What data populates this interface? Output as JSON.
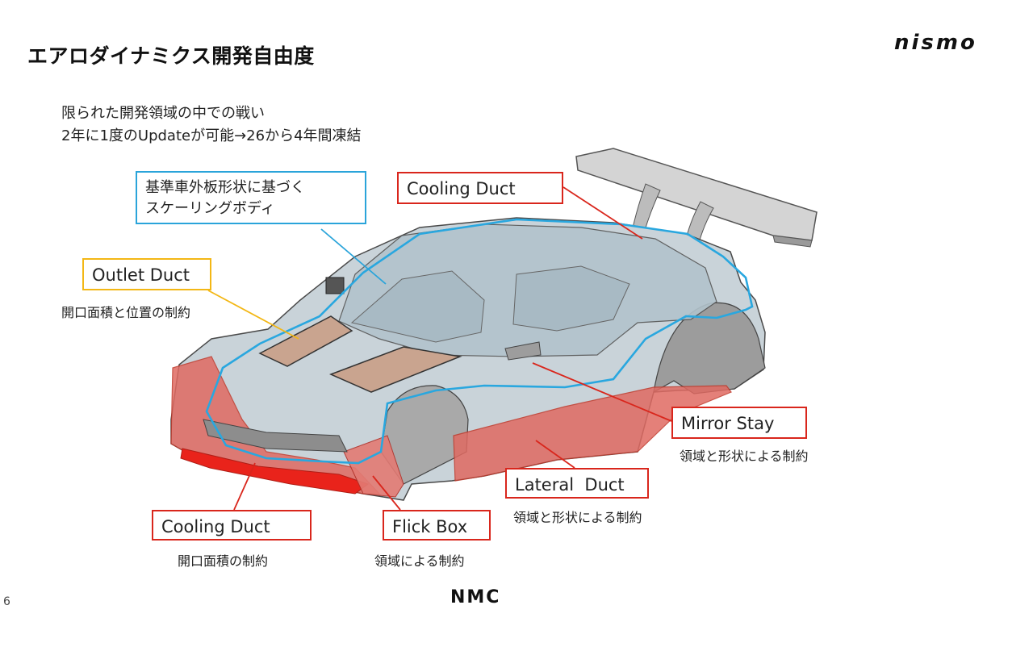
{
  "header": {
    "title": "エアロダイナミクス開発自由度",
    "brand": "nismo"
  },
  "intro": {
    "line1": "限られた開発領域の中での戦い",
    "line2": "2年に1度のUpdateが可能→26から4年間凍結"
  },
  "callouts": {
    "scaling_body": {
      "line1": "基準車外板形状に基づく",
      "line2": "スケーリングボディ"
    },
    "cooling_duct_top": {
      "label": "Cooling Duct"
    },
    "outlet_duct": {
      "label": "Outlet Duct",
      "note": "開口面積と位置の制約"
    },
    "mirror_stay": {
      "label": "Mirror Stay",
      "note": "領域と形状による制約"
    },
    "lateral_duct": {
      "label": "Lateral  Duct",
      "note": "領域と形状による制約"
    },
    "cooling_duct_bottom": {
      "label": "Cooling Duct",
      "note": "開口面積の制約"
    },
    "flick_box": {
      "label": "Flick Box",
      "note": "領域による制約"
    }
  },
  "colors": {
    "red": "#d9261c",
    "yellow": "#f3b715",
    "blue": "#2aa4da"
  },
  "footer": {
    "page_number": "6",
    "logo": "NMC"
  }
}
